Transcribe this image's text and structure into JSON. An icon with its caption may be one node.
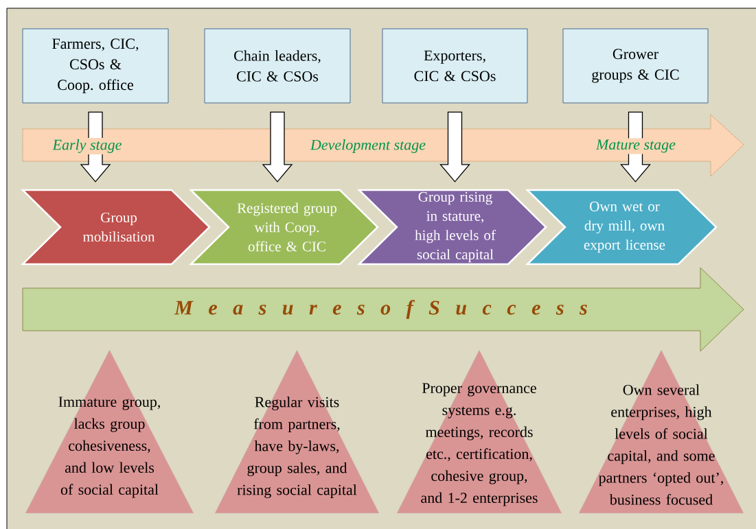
{
  "diagram": {
    "nodes": [
      {
        "text": [
          "Farmers, CIC, CSOs & Coop. office"
        ]
      },
      {
        "text": [
          "Chain leaders, CIC & CSOs"
        ]
      },
      {
        "text": [
          "Exporters, CIC & CSOs"
        ]
      },
      {
        "text": [
          "Grower groups & CIC"
        ]
      },
      {
        "text": [
          "Early stage",
          "Development stage",
          "Mature stage"
        ]
      },
      {
        "text": [
          "Group mobilisation"
        ]
      },
      {
        "text": [
          "Registered group with Coop. office & CIC"
        ]
      },
      {
        "text": [
          "Group rising in stature, high levels of social capital"
        ]
      },
      {
        "text": [
          "Own wet or dry mill, own export license"
        ]
      },
      {
        "text": [
          "M e a s u r e s o f S u c c e s s"
        ]
      },
      {
        "text": [
          "Immature group, lacks group cohesiveness, and low levels of social capital"
        ]
      },
      {
        "text": [
          "Regular visits from partners, have by-laws, group sales, and rising social capital"
        ]
      },
      {
        "text": [
          "Proper governance systems e.g. meetings, records etc., certification, cohesive group, and 1-2 enterprises"
        ]
      },
      {
        "text": [
          "Own several enterprises, high levels of social capital, and some partners ‘opted out’, business focused"
        ]
      }
    ],
    "edges": [
      {
        "from": 0,
        "to": 5,
        "arrow": "to"
      },
      {
        "from": 1,
        "to": 6,
        "arrow": "to"
      },
      {
        "from": 2,
        "to": 7,
        "arrow": "to"
      },
      {
        "from": 3,
        "to": 8,
        "arrow": "to"
      }
    ]
  }
}
